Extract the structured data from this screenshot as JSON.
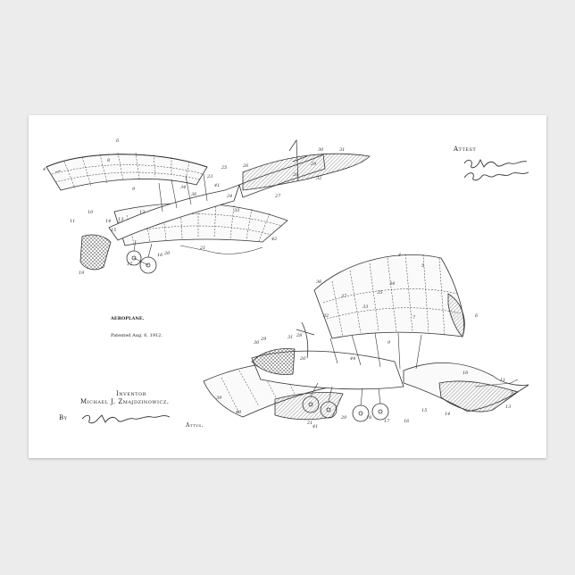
{
  "patent": {
    "title": "AEROPLANE.",
    "patented": "Patented Aug. 6, 1912.",
    "attest_label": "Attest",
    "inventor_label": "Inventor",
    "inventor_name": "Michael J. Zmajdzinowicz.",
    "by_label": "By",
    "attys_label": "Attys."
  },
  "ref_numerals_fig1": [
    "4",
    "6",
    "8",
    "9",
    "10",
    "11",
    "12",
    "13",
    "14",
    "15",
    "16",
    "17",
    "19",
    "20",
    "21",
    "23",
    "24",
    "25",
    "26",
    "27",
    "28",
    "29",
    "30",
    "31",
    "32",
    "33",
    "34",
    "36",
    "41",
    "42"
  ],
  "ref_numerals_fig2": [
    "4",
    "5",
    "6",
    "7",
    "9",
    "10",
    "11",
    "12",
    "13",
    "14",
    "15",
    "16",
    "17",
    "18",
    "20",
    "21",
    "26",
    "28",
    "29",
    "30",
    "31",
    "32",
    "33",
    "34",
    "35",
    "36",
    "37",
    "39",
    "40",
    "41",
    "44"
  ],
  "colors": {
    "page_bg": "#ececec",
    "paper": "#ffffff",
    "ink": "#333333"
  }
}
